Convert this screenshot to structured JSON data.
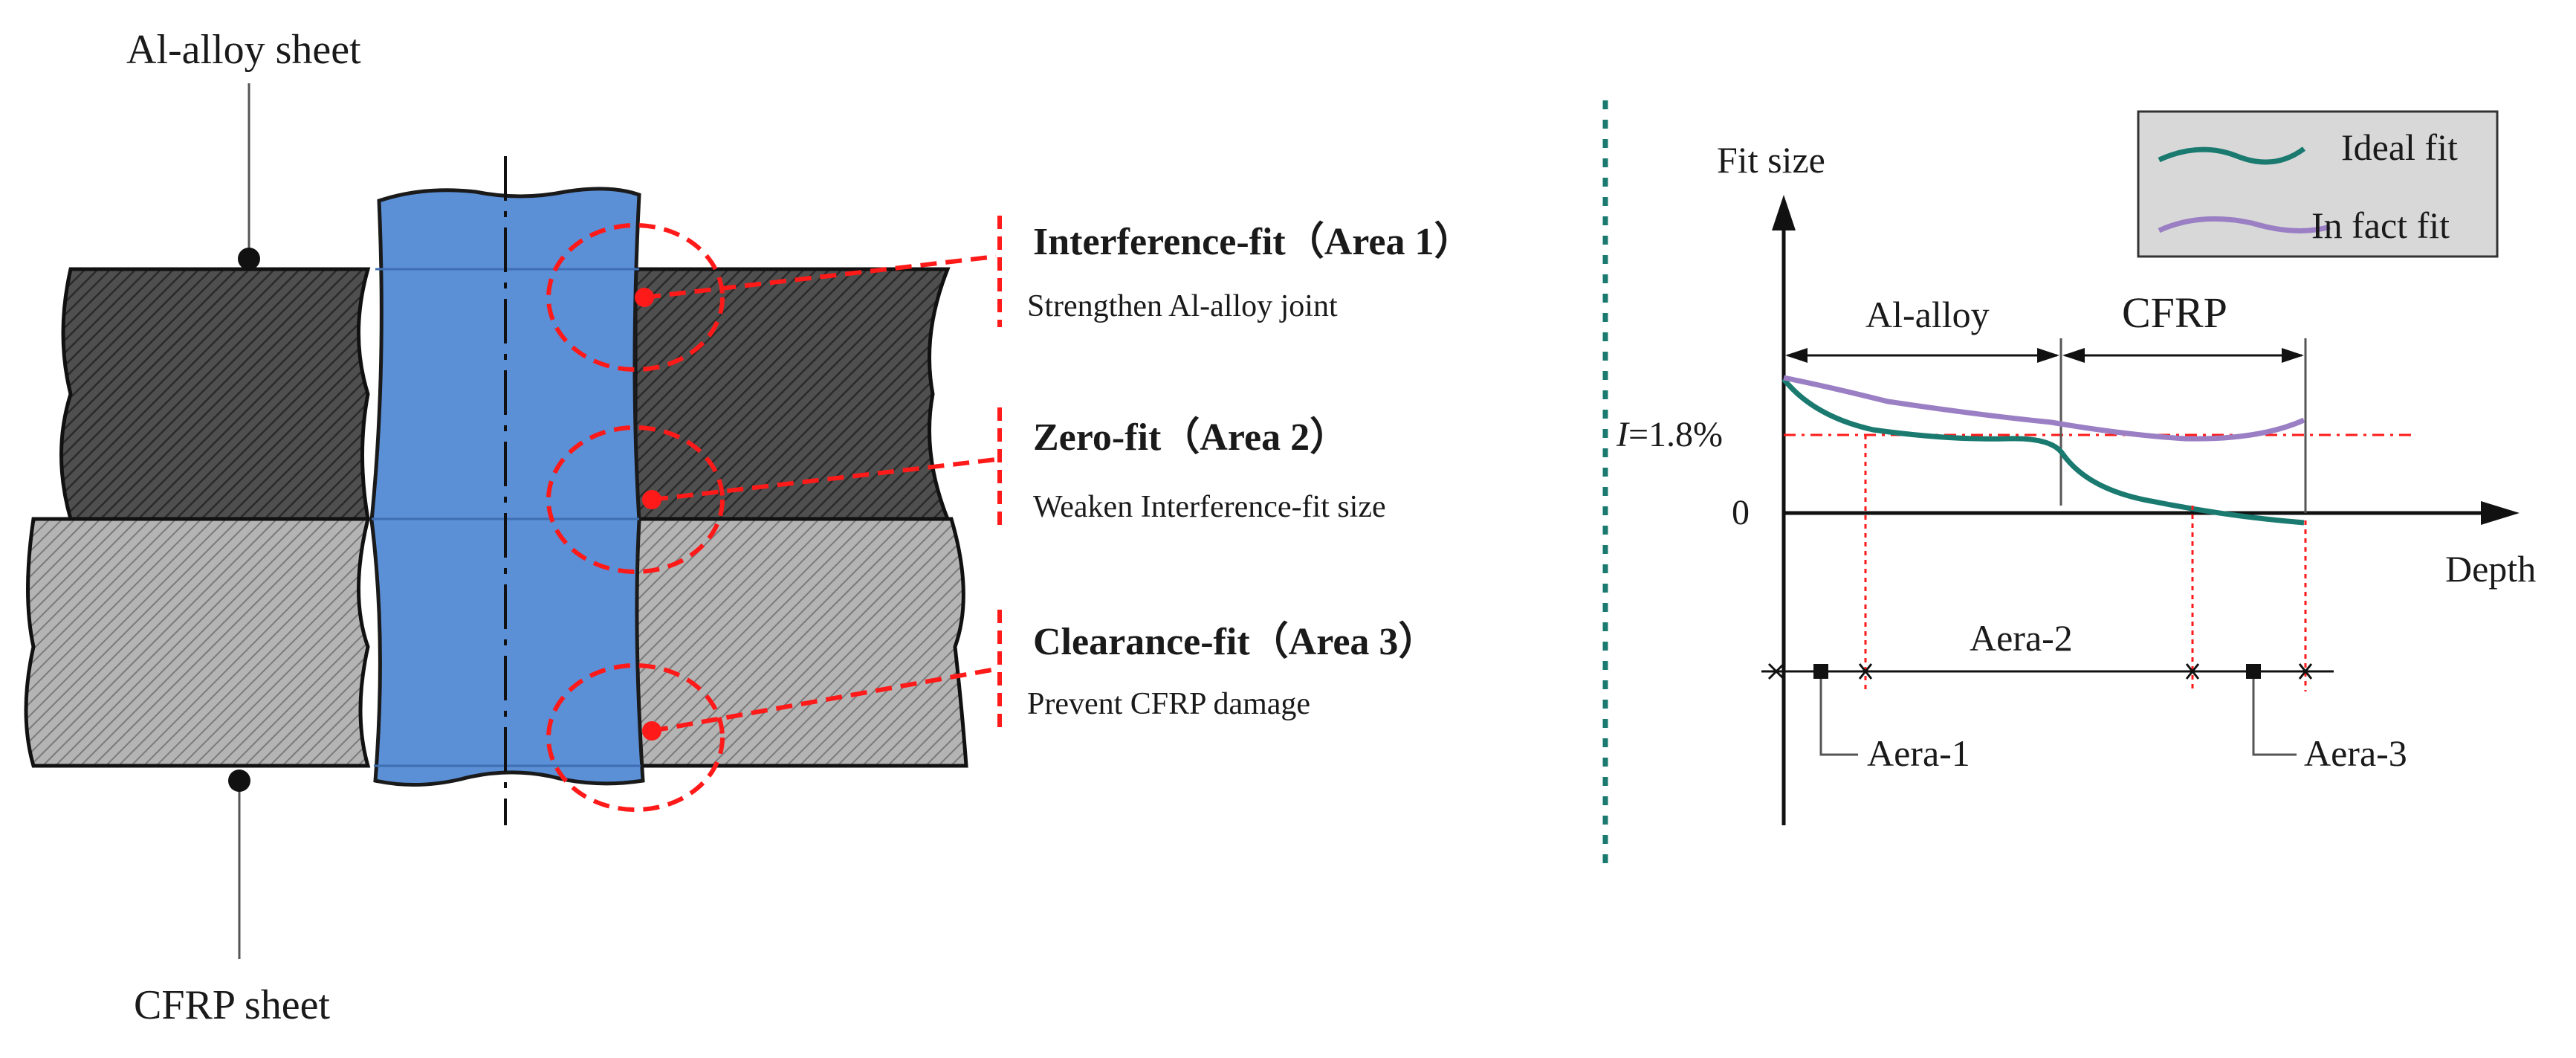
{
  "left_diagram": {
    "top_sheet_label": "Al-alloy sheet",
    "bottom_sheet_label": "CFRP sheet",
    "areas": [
      {
        "title": "Interference-fit（Area 1）",
        "desc": "Strengthen Al-alloy joint"
      },
      {
        "title": "Zero-fit（Area 2）",
        "desc": "Weaken Interference-fit size"
      },
      {
        "title": "Clearance-fit（Area 3）",
        "desc": "Prevent CFRP damage"
      }
    ],
    "colors": {
      "bolt": "#5b8fd6",
      "al_sheet": "#4a4a4a",
      "cfrp_sheet": "#a8a8a8",
      "highlight": "#ff1a1a",
      "divider": "#1a7a70"
    }
  },
  "right_chart": {
    "ylabel": "Fit size",
    "xlabel": "Depth",
    "origin_label": "0",
    "threshold_label_italic": "I",
    "threshold_label_rest": "=1.8%",
    "region_labels": {
      "al": "Al-alloy",
      "cfrp": "CFRP"
    },
    "area_labels": {
      "a1": "Aera-1",
      "a2": "Aera-2",
      "a3": "Aera-3"
    },
    "legend": [
      {
        "label": "Ideal fit",
        "color": "#1a7a70"
      },
      {
        "label": "In fact fit",
        "color": "#9b7fc4"
      }
    ]
  }
}
